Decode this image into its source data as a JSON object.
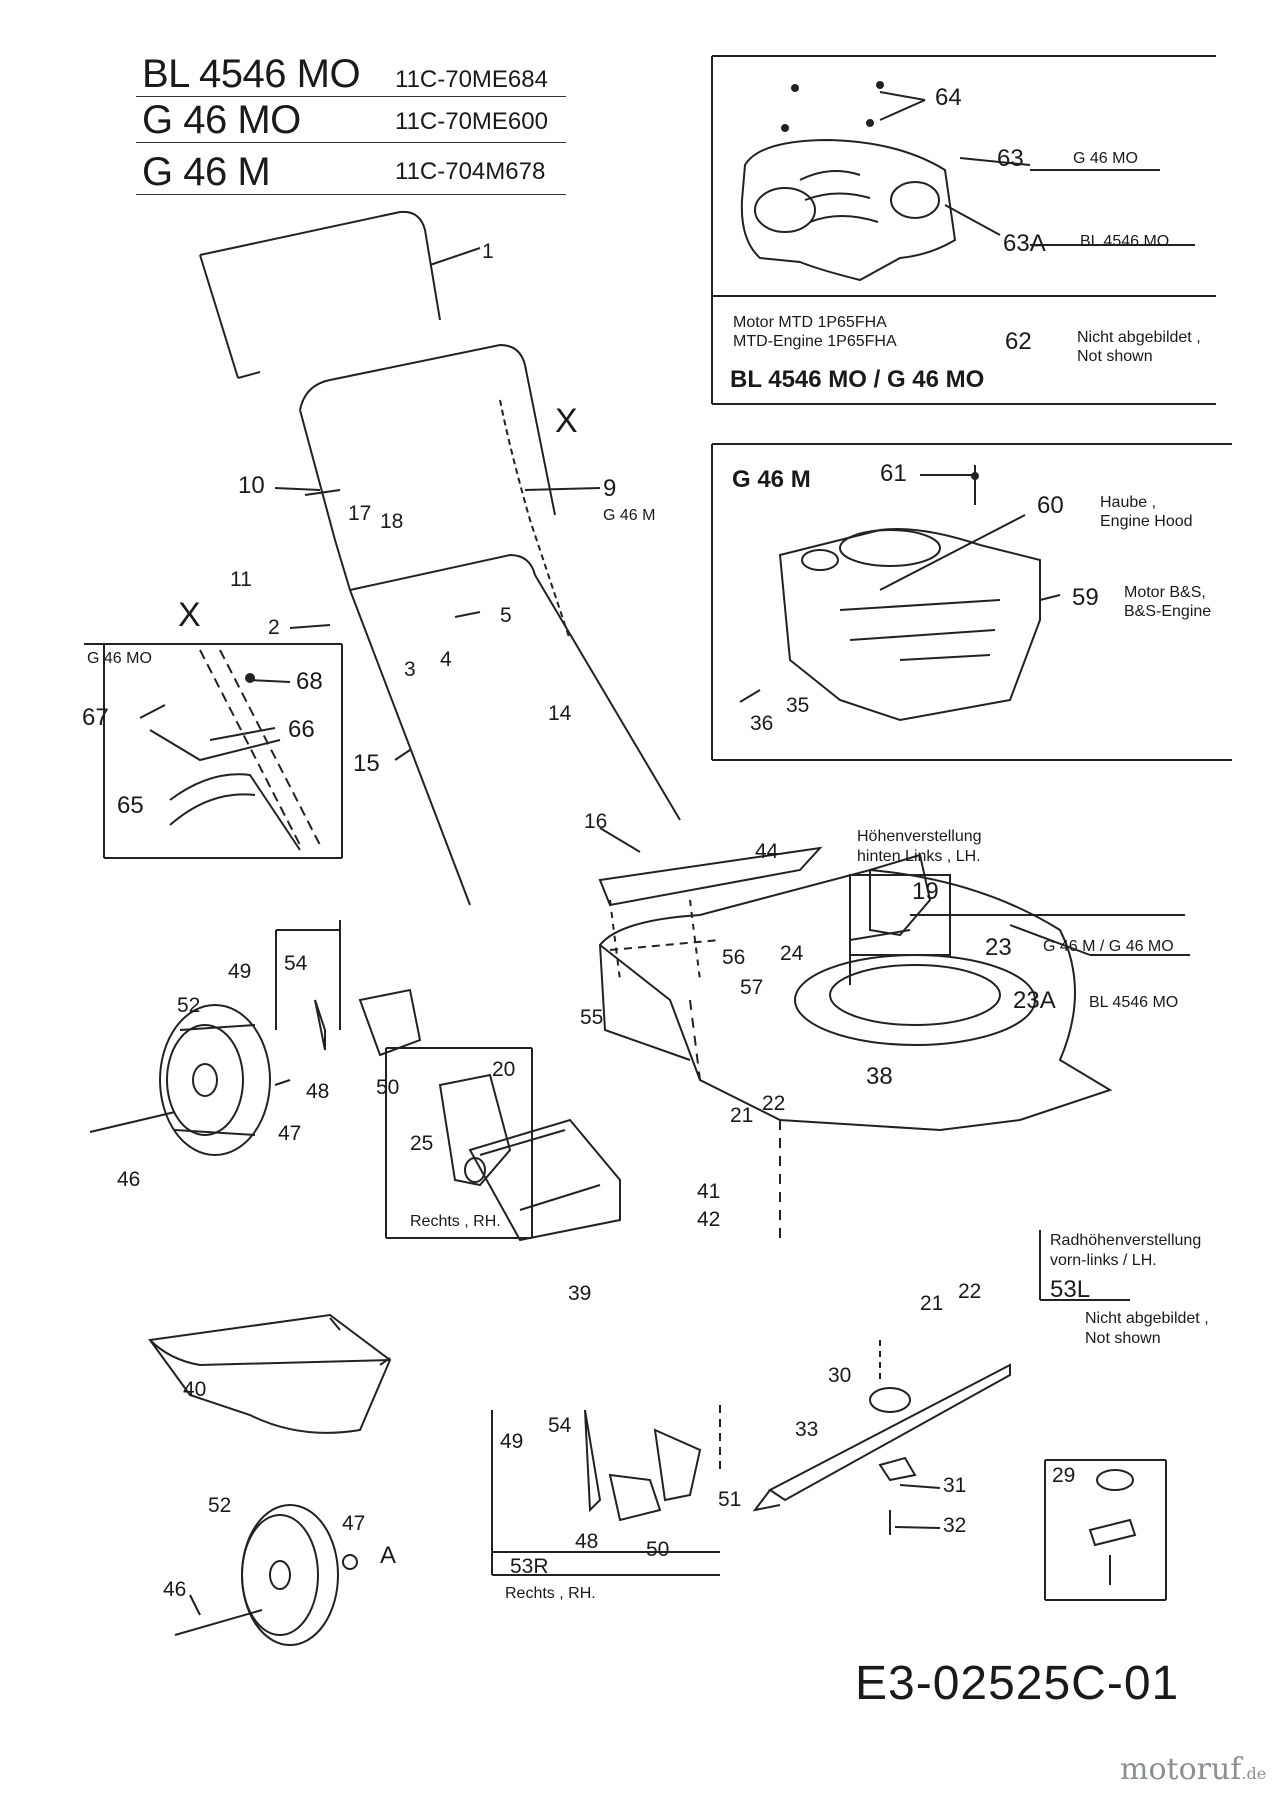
{
  "header": {
    "rows": [
      {
        "model": "BL 4546 MO",
        "code": "11C-70ME684"
      },
      {
        "model": "G 46 MO",
        "code": "11C-70ME600"
      },
      {
        "model": "G 46 M",
        "code": "11C-704M678"
      }
    ]
  },
  "box_top_right": {
    "motor_de": "Motor MTD 1P65FHA",
    "motor_en": "MTD-Engine 1P65FHA",
    "part_no": "62",
    "not_shown_de": "Nicht abgebildet ,",
    "not_shown_en": "Not shown",
    "models": "BL 4546 MO / G 46 MO",
    "labels": {
      "p64": "64",
      "p63": "63",
      "p63_model": "G 46 MO",
      "p63a": "63A",
      "p63a_model": "BL 4546 MO"
    }
  },
  "box_engine": {
    "title": "G 46 M",
    "p61": "61",
    "p60": "60",
    "p60_de": "Haube ,",
    "p60_en": "Engine Hood",
    "p59": "59",
    "p59_de": "Motor B&S,",
    "p59_en": "B&S-Engine",
    "p35": "35",
    "p36": "36"
  },
  "box_x": {
    "title": "G 46 MO",
    "x": "X",
    "p68": "68",
    "p67": "67",
    "p66": "66",
    "p65": "65"
  },
  "handle": {
    "p1": "1",
    "x": "X",
    "p9": "9",
    "p9_model": "G 46 M",
    "p10": "10",
    "p17": "17",
    "p18": "18",
    "p11": "11",
    "p2": "2",
    "p5": "5",
    "p3": "3",
    "p4": "4",
    "p14": "14",
    "p15": "15",
    "p16": "16"
  },
  "deck": {
    "p44": "44",
    "rear_height_de": "Höhenverstellung",
    "rear_height_en": "hinten Links , LH.",
    "p19": "19",
    "p24": "24",
    "p56": "56",
    "p57": "57",
    "p55": "55",
    "p23": "23",
    "p23_model": "G 46 M / G 46 MO",
    "p23a": "23A",
    "p23a_model": "BL 4546 MO",
    "p38": "38",
    "p21a": "21",
    "p22a": "22",
    "p41": "41",
    "p42": "42",
    "p39": "39",
    "p21b": "21",
    "p22b": "22"
  },
  "front_height": {
    "de": "Radhöhenverstellung",
    "en": "vorn-links / LH.",
    "part": "53L",
    "not_shown_de": "Nicht abgebildet ,",
    "not_shown_en": "Not shown"
  },
  "wheel_left": {
    "p49": "49",
    "p54": "54",
    "p52": "52",
    "p48": "48",
    "p50": "50",
    "p47": "47",
    "p46": "46"
  },
  "bracket_right": {
    "p20": "20",
    "p25": "25",
    "side": "Rechts ,  RH."
  },
  "grass_bag": {
    "p40": "40"
  },
  "wheel_bottom": {
    "p52": "52",
    "p47": "47",
    "a": "A",
    "p46": "46"
  },
  "bracket_53r": {
    "p49": "49",
    "p54": "54",
    "p48": "48",
    "p50": "50",
    "p51": "51",
    "part": "53R",
    "side": "Rechts ,  RH."
  },
  "blade": {
    "p30": "30",
    "p33": "33",
    "p31": "31",
    "p32": "32"
  },
  "blade_kit": {
    "p29": "29"
  },
  "footer": {
    "doc_id": "E3-02525C-01",
    "logo_main": "motoruf",
    "logo_tld": ".de"
  }
}
